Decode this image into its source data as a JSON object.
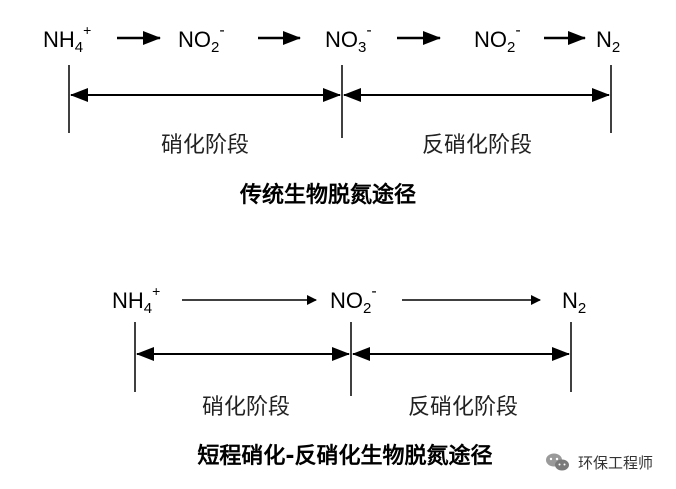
{
  "traditional": {
    "species": [
      {
        "base": "NH",
        "sub": "4",
        "sup": "+"
      },
      {
        "base": "NO",
        "sub": "2",
        "sup": "-"
      },
      {
        "base": "NO",
        "sub": "3",
        "sup": "-"
      },
      {
        "base": "NO",
        "sub": "2",
        "sup": "-"
      },
      {
        "base": "N",
        "sub": "2",
        "sup": ""
      }
    ],
    "stages": [
      "硝化阶段",
      "反硝化阶段"
    ],
    "caption": "传统生物脱氮途径"
  },
  "shortcut": {
    "species": [
      {
        "base": "NH",
        "sub": "4",
        "sup": "+"
      },
      {
        "base": "NO",
        "sub": "2",
        "sup": "-"
      },
      {
        "base": "N",
        "sub": "2",
        "sup": ""
      }
    ],
    "stages": [
      "硝化阶段",
      "反硝化阶段"
    ],
    "caption": "短程硝化-反硝化生物脱氮途径"
  },
  "watermark": {
    "icon": "wechat-icon",
    "text": "环保工程师"
  }
}
